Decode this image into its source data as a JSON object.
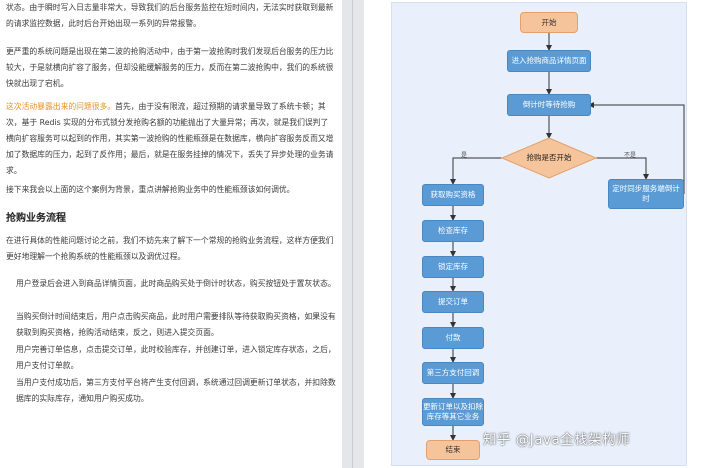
{
  "article": {
    "para1": "状态。由于瞬时写入日志量非常大，导致我们的后台服务监控在短时间内，无法实时获取到最新的请求监控数据，此时后台开始出现一系列的异常报警。",
    "para2": "更严重的系统问题是出现在第二波的抢购活动中，由于第一波抢购时我们发现后台服务的压力比较大，于是就横向扩容了服务，但却没能缓解服务的压力，反而在第二波抢购中，我们的系统很快就出现了宕机。",
    "para3_highlight": "这次活动暴露出来的问题很多。",
    "para3_rest": "首先，由于没有限流，超过预期的请求量导致了系统卡顿；其次，基于 Redis 实现的分布式锁分发抢购名额的功能抛出了大量异常；再次，就是我们误判了横向扩容服务可以起到的作用，其实第一波抢购的性能瓶颈是在数据库，横向扩容服务反而又增加了数据库的压力，起到了反作用；最后，就是在服务挂掉的情况下，丢失了异步处理的业务请求。",
    "para4": "接下来我会以上面的这个案例为背景，重点讲解抢购业务中的性能瓶颈该如何调优。",
    "section_title": "抢购业务流程",
    "para5": "在进行具体的性能问题讨论之前，我们不妨先来了解下一个常规的抢购业务流程，这样方便我们更好地理解一个抢购系统的性能瓶颈以及调优过程。",
    "quote1": "用户登录后会进入到商品详情页面，此时商品购买处于倒计时状态，购买按钮处于置灰状态。",
    "quote2": "当购买倒计时间结束后，用户点击购买商品，此时用户需要排队等待获取购买资格，如果没有获取到购买资格，抢购活动结束，反之，则进入提交页面。",
    "quote3": "用户完善订单信息，点击提交订单，此时校验库存，并创建订单，进入锁定库存状态，之后，用户支付订单款。",
    "quote4": "当用户支付成功后，第三方支付平台将产生支付回调，系统通过回调更新订单状态，并扣除数据库的实际库存，通知用户购买成功。"
  },
  "flowchart": {
    "start": "开始",
    "enter_detail": "进入抢购商品详情页面",
    "countdown": "倒计时等待抢购",
    "decision": "抢购是否开始",
    "yes": "是",
    "no": "不是",
    "timer_sync": "定时同步服务端倒计时",
    "get_qualification": "获取购买资格",
    "check_stock": "检查库存",
    "lock_stock": "锁定库存",
    "submit_order": "提交订单",
    "pay": "付款",
    "callback": "第三方支付回调",
    "update_order": "更新订单以及扣除库存等其它业务",
    "end": "结束"
  },
  "watermark": "知乎 @Java全栈架构师",
  "colors": {
    "node_blue": "#5b9bd5",
    "node_orange": "#f6c49a",
    "highlight": "#e8902a",
    "flow_bg": "#e9f0fb"
  }
}
